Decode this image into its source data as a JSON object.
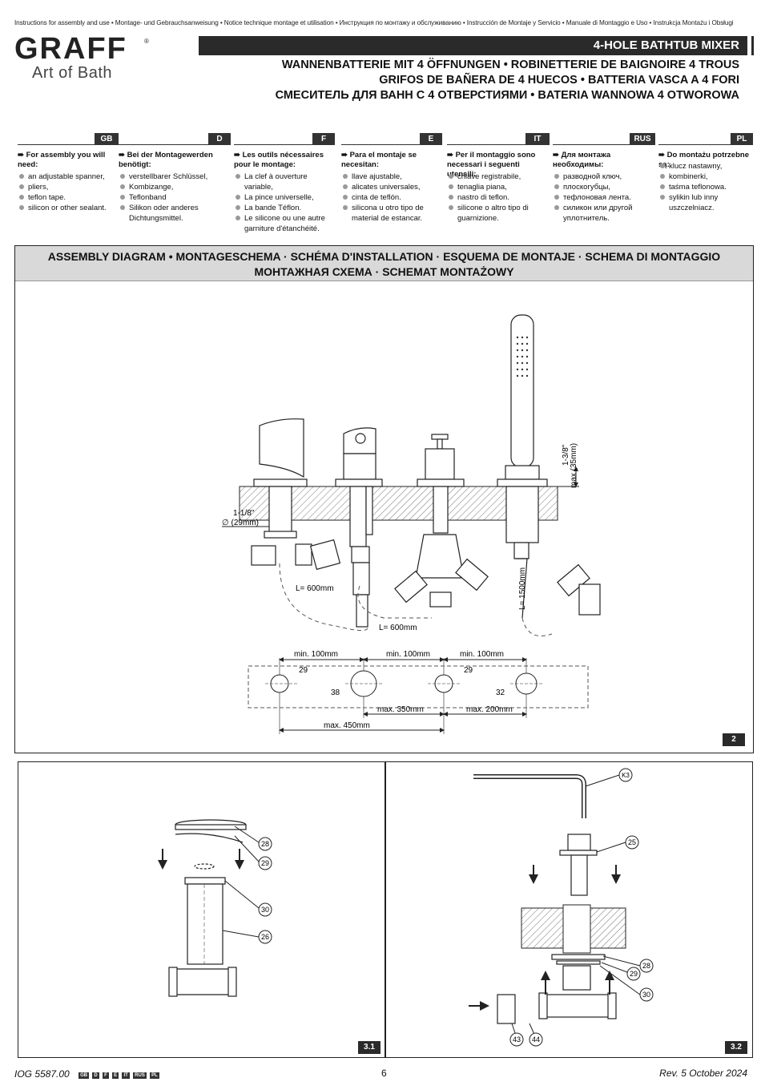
{
  "top_line": "Instructions for assembly and use • Montage- und Gebrauchsanweisung • Notice technique montage et utilisation • Инструкция по монтажу и обслуживанию • Instrucción de Montaje y Servicio • Manuale di Montaggio e Uso • Instrukcja Montażu i Obsługi",
  "brand": {
    "name": "GRAFF",
    "registered": "®",
    "tagline": "Art of Bath"
  },
  "title": "4-HOLE BATHTUB MIXER",
  "subtitles": [
    "WANNENBATTERIE MIT 4 ÖFFNUNGEN • ROBINETTERIE DE BAIGNOIRE 4 TROUS",
    "GRIFOS DE BAÑERA DE 4 HUECOS • BATTERIA VASCA A 4 FORI",
    "СМЕСИТЕЛЬ ДЛЯ ВАНН С 4 ОТВЕРСТИЯМИ • BATERIA WANNOWA 4 OTWOROWA"
  ],
  "languages": [
    {
      "code": "GB",
      "heading": "➠ For assembly you will need:",
      "items": [
        "an adjustable spanner,",
        "pliers,",
        "teflon tape.",
        "silicon or other sealant."
      ]
    },
    {
      "code": "D",
      "heading": "➠ Bei der Montagewerden benötigt:",
      "items": [
        "verstellbarer Schlüssel,",
        "Kombizange,",
        "Teflonband",
        "Silikon oder anderes Dichtungsmittel."
      ]
    },
    {
      "code": "F",
      "heading": "➠ Les outils nécessaires pour le montage:",
      "items": [
        "La clef à ouverture variable,",
        "La pince universelle,",
        "La bande Téflon.",
        "Le silicone ou une autre garniture d'étanchéité."
      ]
    },
    {
      "code": "E",
      "heading": "➠ Para el montaje se necesitan:",
      "items": [
        "llave ajustable,",
        "alicates universales,",
        "cinta de teflón.",
        "silicona u otro tipo de material de estancar."
      ]
    },
    {
      "code": "IT",
      "heading": "➠ Per il montaggio sono necessari i seguenti utensili:",
      "items": [
        "chiave registrabile,",
        "tenaglia piana,",
        "nastro di teflon.",
        "silicone o altro tipo di guarnizione."
      ]
    },
    {
      "code": "RUS",
      "heading": "➠ Для монтажа необходимы:",
      "items": [
        "разводной ключ,",
        "плоскогубцы,",
        "тефлоновая лента.",
        "силикон или другой уплотнитель."
      ]
    },
    {
      "code": "PL",
      "heading": "➠ Do montażu potrzebne są:",
      "items": [
        "klucz nastawny,",
        "kombinerki,",
        "taśma teflonowa.",
        "sylikin lub inny uszczelniacz."
      ]
    }
  ],
  "assembly": {
    "heading_line1": "ASSEMBLY DIAGRAM • MONTAGESCHEMA · SCHÉMA D'INSTALLATION · ESQUEMA DE MONTAJE · SCHEMA DI MONTAGGIO",
    "heading_line2": "МОНТАЖНАЯ СХЕМА · SCHEMAT MONTAŻOWY",
    "figure_no": "2",
    "labels": {
      "dia_imp": "1-1/8\"",
      "dia_mm": "∅ (29mm)",
      "max_imp": "1-3/8\"",
      "max_mm": "max (35mm)",
      "l600a": "L= 600mm",
      "l600b": "L= 600mm",
      "l1500": "L= 1500mm",
      "min100a": "min. 100mm",
      "min100b": "min. 100mm",
      "min100c": "min. 100mm",
      "d29a": "29",
      "d38": "38",
      "d29b": "29",
      "d32": "32",
      "max350": "max. 350mm",
      "max200": "max. 200mm",
      "max450": "max. 450mm"
    }
  },
  "step31": {
    "figure_no": "3.1",
    "parts": [
      "28",
      "29",
      "30",
      "26"
    ]
  },
  "step32": {
    "figure_no": "3.2",
    "parts": [
      "K3",
      "25",
      "28",
      "29",
      "30",
      "43",
      "44"
    ]
  },
  "footer": {
    "doc": "IOG 5587.00",
    "tags": [
      "GB",
      "D",
      "F",
      "E",
      "IT",
      "RUS",
      "PL"
    ],
    "page": "6",
    "revision": "Rev. 5 October 2024"
  }
}
